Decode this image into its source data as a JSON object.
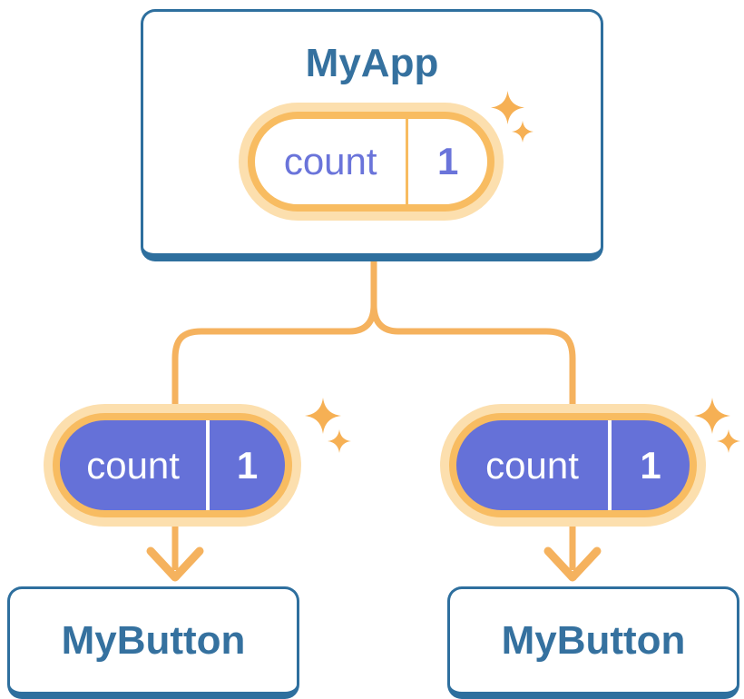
{
  "tree": {
    "root": {
      "label": "MyApp",
      "state": {
        "name": "count",
        "value": "1"
      }
    },
    "children": [
      {
        "label": "MyButton",
        "prop": {
          "name": "count",
          "value": "1"
        }
      },
      {
        "label": "MyButton",
        "prop": {
          "name": "count",
          "value": "1"
        }
      }
    ]
  },
  "icons": {
    "sparkle": "four-point-star ✦",
    "arrow": "chevron-down-arrow"
  },
  "colors": {
    "card_border_blue": "#2e6f9e",
    "node_text_blue": "#35719f",
    "connector_orange": "#f5b25e",
    "pill_border_orange": "#f8bc61",
    "pill_halo_light_orange": "#fcdfae",
    "pill_fill_purple": "#6571d8",
    "pill_text_purple": "#6a74da",
    "sparkle_orange": "#f6b054",
    "background": "#ffffff"
  }
}
